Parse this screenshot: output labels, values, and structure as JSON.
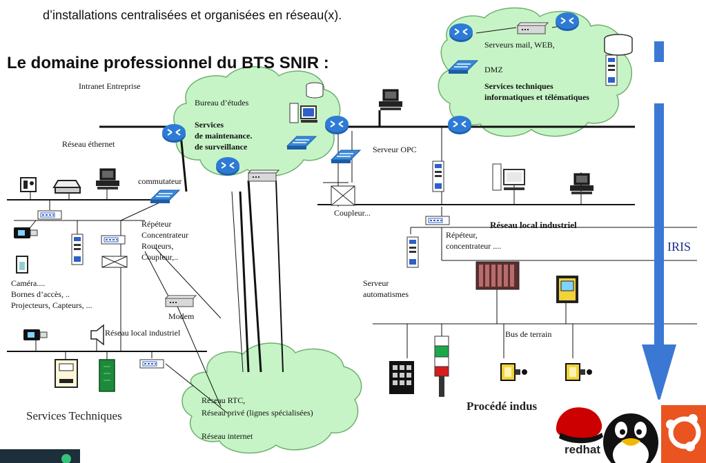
{
  "intro_text": "d’installations centralisées et organisées en réseau(x).",
  "heading": "Le domaine professionnel du BTS SNIR :",
  "labels": {
    "intranet": "Intranet Entreprise",
    "bureau_etudes": "Bureau d’études",
    "services_maint_1": "Services",
    "services_maint_2": "de maintenance.",
    "services_maint_3": "de surveillance",
    "reseau_ethernet": "Réseau éthernet",
    "commutateur": "commutateur",
    "repeteur_1": "Répéteur",
    "repeteur_2": "Concentrateur",
    "repeteur_3": "Routeurs,",
    "repeteur_4": "Coupleur,..",
    "camera_1": "Caméra....",
    "camera_2": "Bornes d’accès, ..",
    "camera_3": "Projecteurs, Capteurs, ...",
    "modem": "Modem",
    "reseau_local_ind_left": "Réseau local industriel",
    "services_techniques": "Services Techniques",
    "rtc_1": "Réseau  RTC,",
    "rtc_2": "Réseau privé (lignes spécialisées)",
    "rtc_3": "Réseau internet",
    "serveur_opc": "Serveur OPC",
    "coupleur": "Coupleur...",
    "reseau_local_ind_right": "Réseau local industriel",
    "repeteur_r1": "Répéteur,",
    "repeteur_r2": "concentrateur ....",
    "serveur_auto_1": "Serveur",
    "serveur_auto_2": "automatismes",
    "bus_terrain": "Bus de terrain",
    "procede": "Procédé indus",
    "serveurs_mail": "Serveurs mail, WEB,",
    "dmz": "DMZ",
    "services_tel_1": "Services techniques",
    "services_tel_2": "informatiques et télématiques",
    "iris": "IRIS",
    "redhat": "redhat"
  },
  "colors": {
    "cloud_fill": "#c6f4c6",
    "cloud_stroke": "#6fae6f",
    "router": "#2e7bd6",
    "switch": "#3a8ad8",
    "arrow": "#3a78d4",
    "redhat_red": "#cc0000",
    "ubuntu_orange": "#e95420"
  },
  "icons": [
    "router-icon",
    "switch-icon",
    "computer-icon",
    "server-icon",
    "hub-icon",
    "phone-icon",
    "printer-icon",
    "camera-icon",
    "modem-icon",
    "database-icon",
    "plc-rack-icon",
    "signal-tower-icon",
    "keypad-icon",
    "sensor-icon",
    "loudspeaker-icon",
    "redhat-logo",
    "tux-logo",
    "ubuntu-logo"
  ]
}
